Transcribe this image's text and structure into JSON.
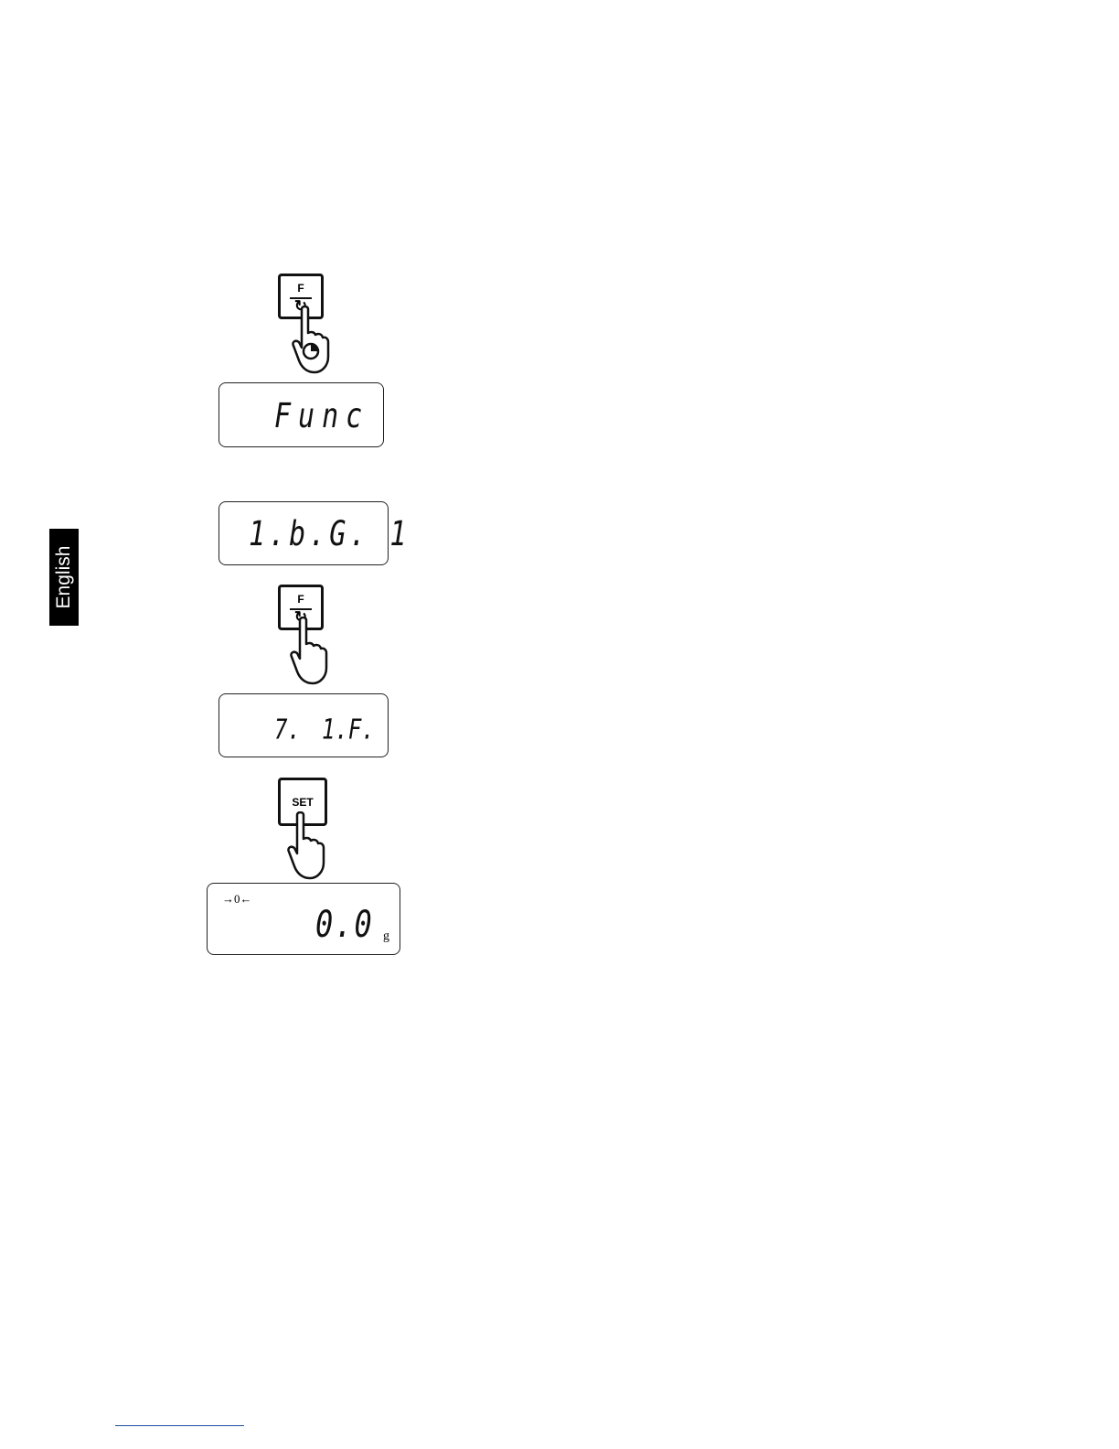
{
  "side_tab": {
    "language": "English"
  },
  "steps": [
    {
      "key": {
        "top_label": "F",
        "bottom_symbol": "↻"
      }
    },
    {
      "display": {
        "text": "Func"
      }
    },
    {
      "display": {
        "text": "1.b.G. 1"
      }
    },
    {
      "key": {
        "top_label": "F",
        "bottom_symbol": "↻"
      }
    },
    {
      "display": {
        "text_left": "7.",
        "text_right": "1.F."
      }
    },
    {
      "key": {
        "label": "SET"
      }
    },
    {
      "display": {
        "indicator": "→0←",
        "value": "0.0",
        "unit": "g"
      }
    }
  ]
}
